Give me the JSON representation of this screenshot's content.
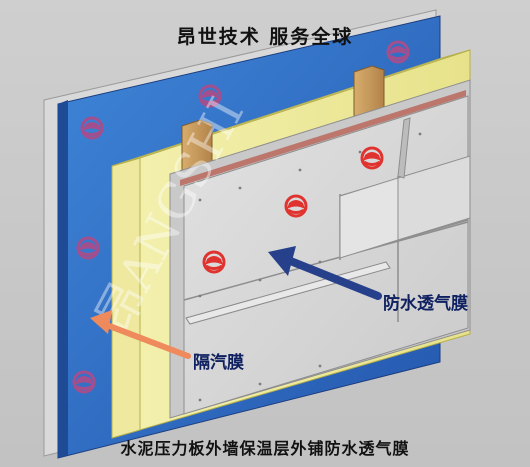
{
  "title": "昂世技术  服务全球",
  "caption": "水泥压力板外墙保温层外铺防水透气膜",
  "labels": {
    "waterproof_membrane": "防水透气膜",
    "vapor_barrier": "隔汽膜"
  },
  "watermark": "昂ANGSHI",
  "colors": {
    "background": "#c8c8c8",
    "blue_layer": "#2b6fc4",
    "insulation": "#f0ec9c",
    "board": "#d6d6d6",
    "wood": "#c79a5b",
    "arrow_blue": "#27408b",
    "arrow_orange": "#ef8a5c",
    "logo_red": "#e0332f"
  },
  "icons": [
    "angshi-logo-icon",
    "arrow-icon"
  ]
}
